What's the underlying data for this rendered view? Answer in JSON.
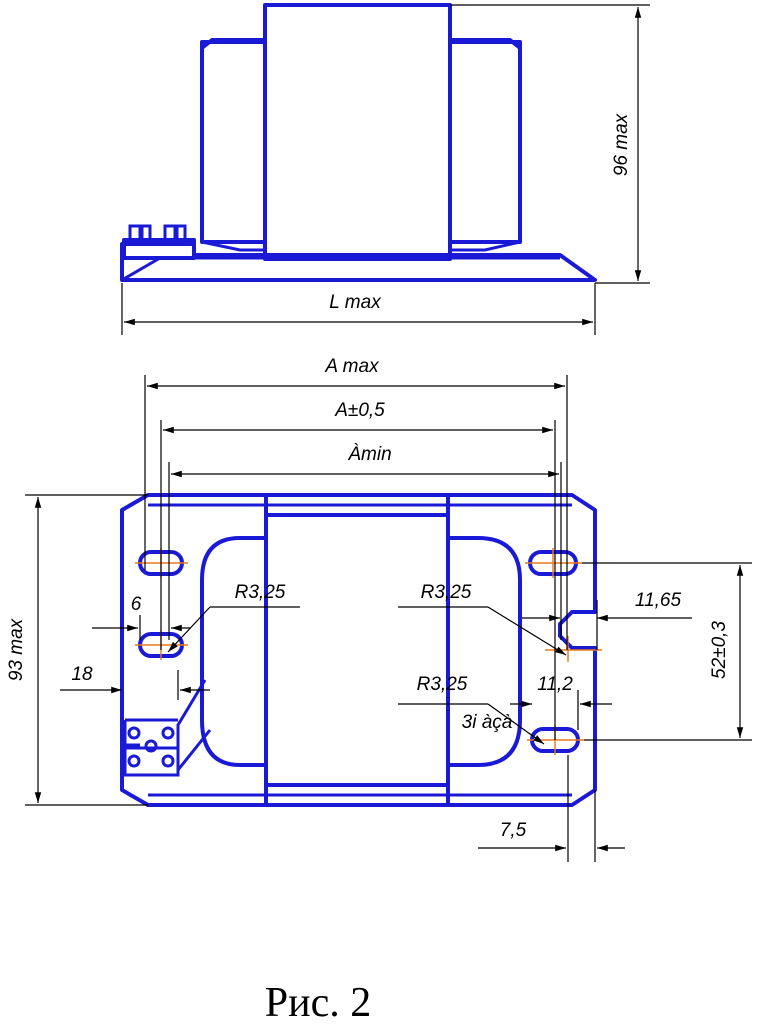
{
  "colors": {
    "part_outline": "#1a1ad6",
    "dimension_line": "#000000",
    "center_line": "#e8781c",
    "background": "#ffffff"
  },
  "side_view": {
    "height_label": "96 max",
    "length_label": "L max"
  },
  "top_view": {
    "overall_label": "A max",
    "nominal_label": "A±0,5",
    "min_label": "Àmin",
    "height_label": "93 max",
    "hole_pitch_label": "52±0,3",
    "radius_left_label": "R3,25",
    "radius_right_upper_label": "R3,25",
    "radius_right_lower_label": "R3,25",
    "dim_6_label": "6",
    "dim_18_label": "18",
    "dim_11_65_label": "11,65",
    "dim_11_2_label": "11,2",
    "dim_7_5_label": "7,5",
    "holes_note_label": "3i àçà"
  },
  "caption": "Рис. 2"
}
